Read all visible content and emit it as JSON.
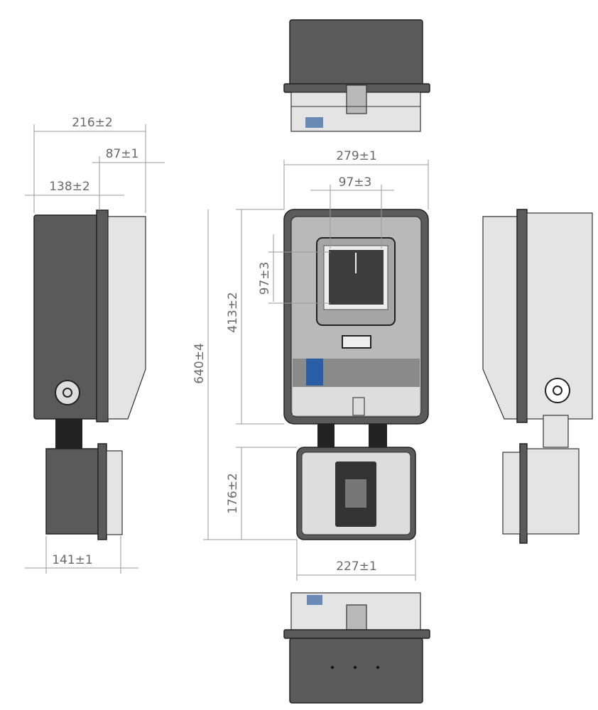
{
  "dimensions": {
    "side_total_depth": "216±2",
    "side_lid_depth": "87±1",
    "side_body_depth": "138±2",
    "side_lower_depth": "141±1",
    "front_width": "279±1",
    "window_width": "97±3",
    "window_height": "97±3",
    "upper_height": "413±2",
    "total_height": "640±4",
    "lower_height": "176±2",
    "lower_width": "227±1"
  },
  "colors": {
    "dimension_line": "#9a9a9a",
    "body": "#5a5a5a",
    "label_blue": "#2a5fa8"
  }
}
